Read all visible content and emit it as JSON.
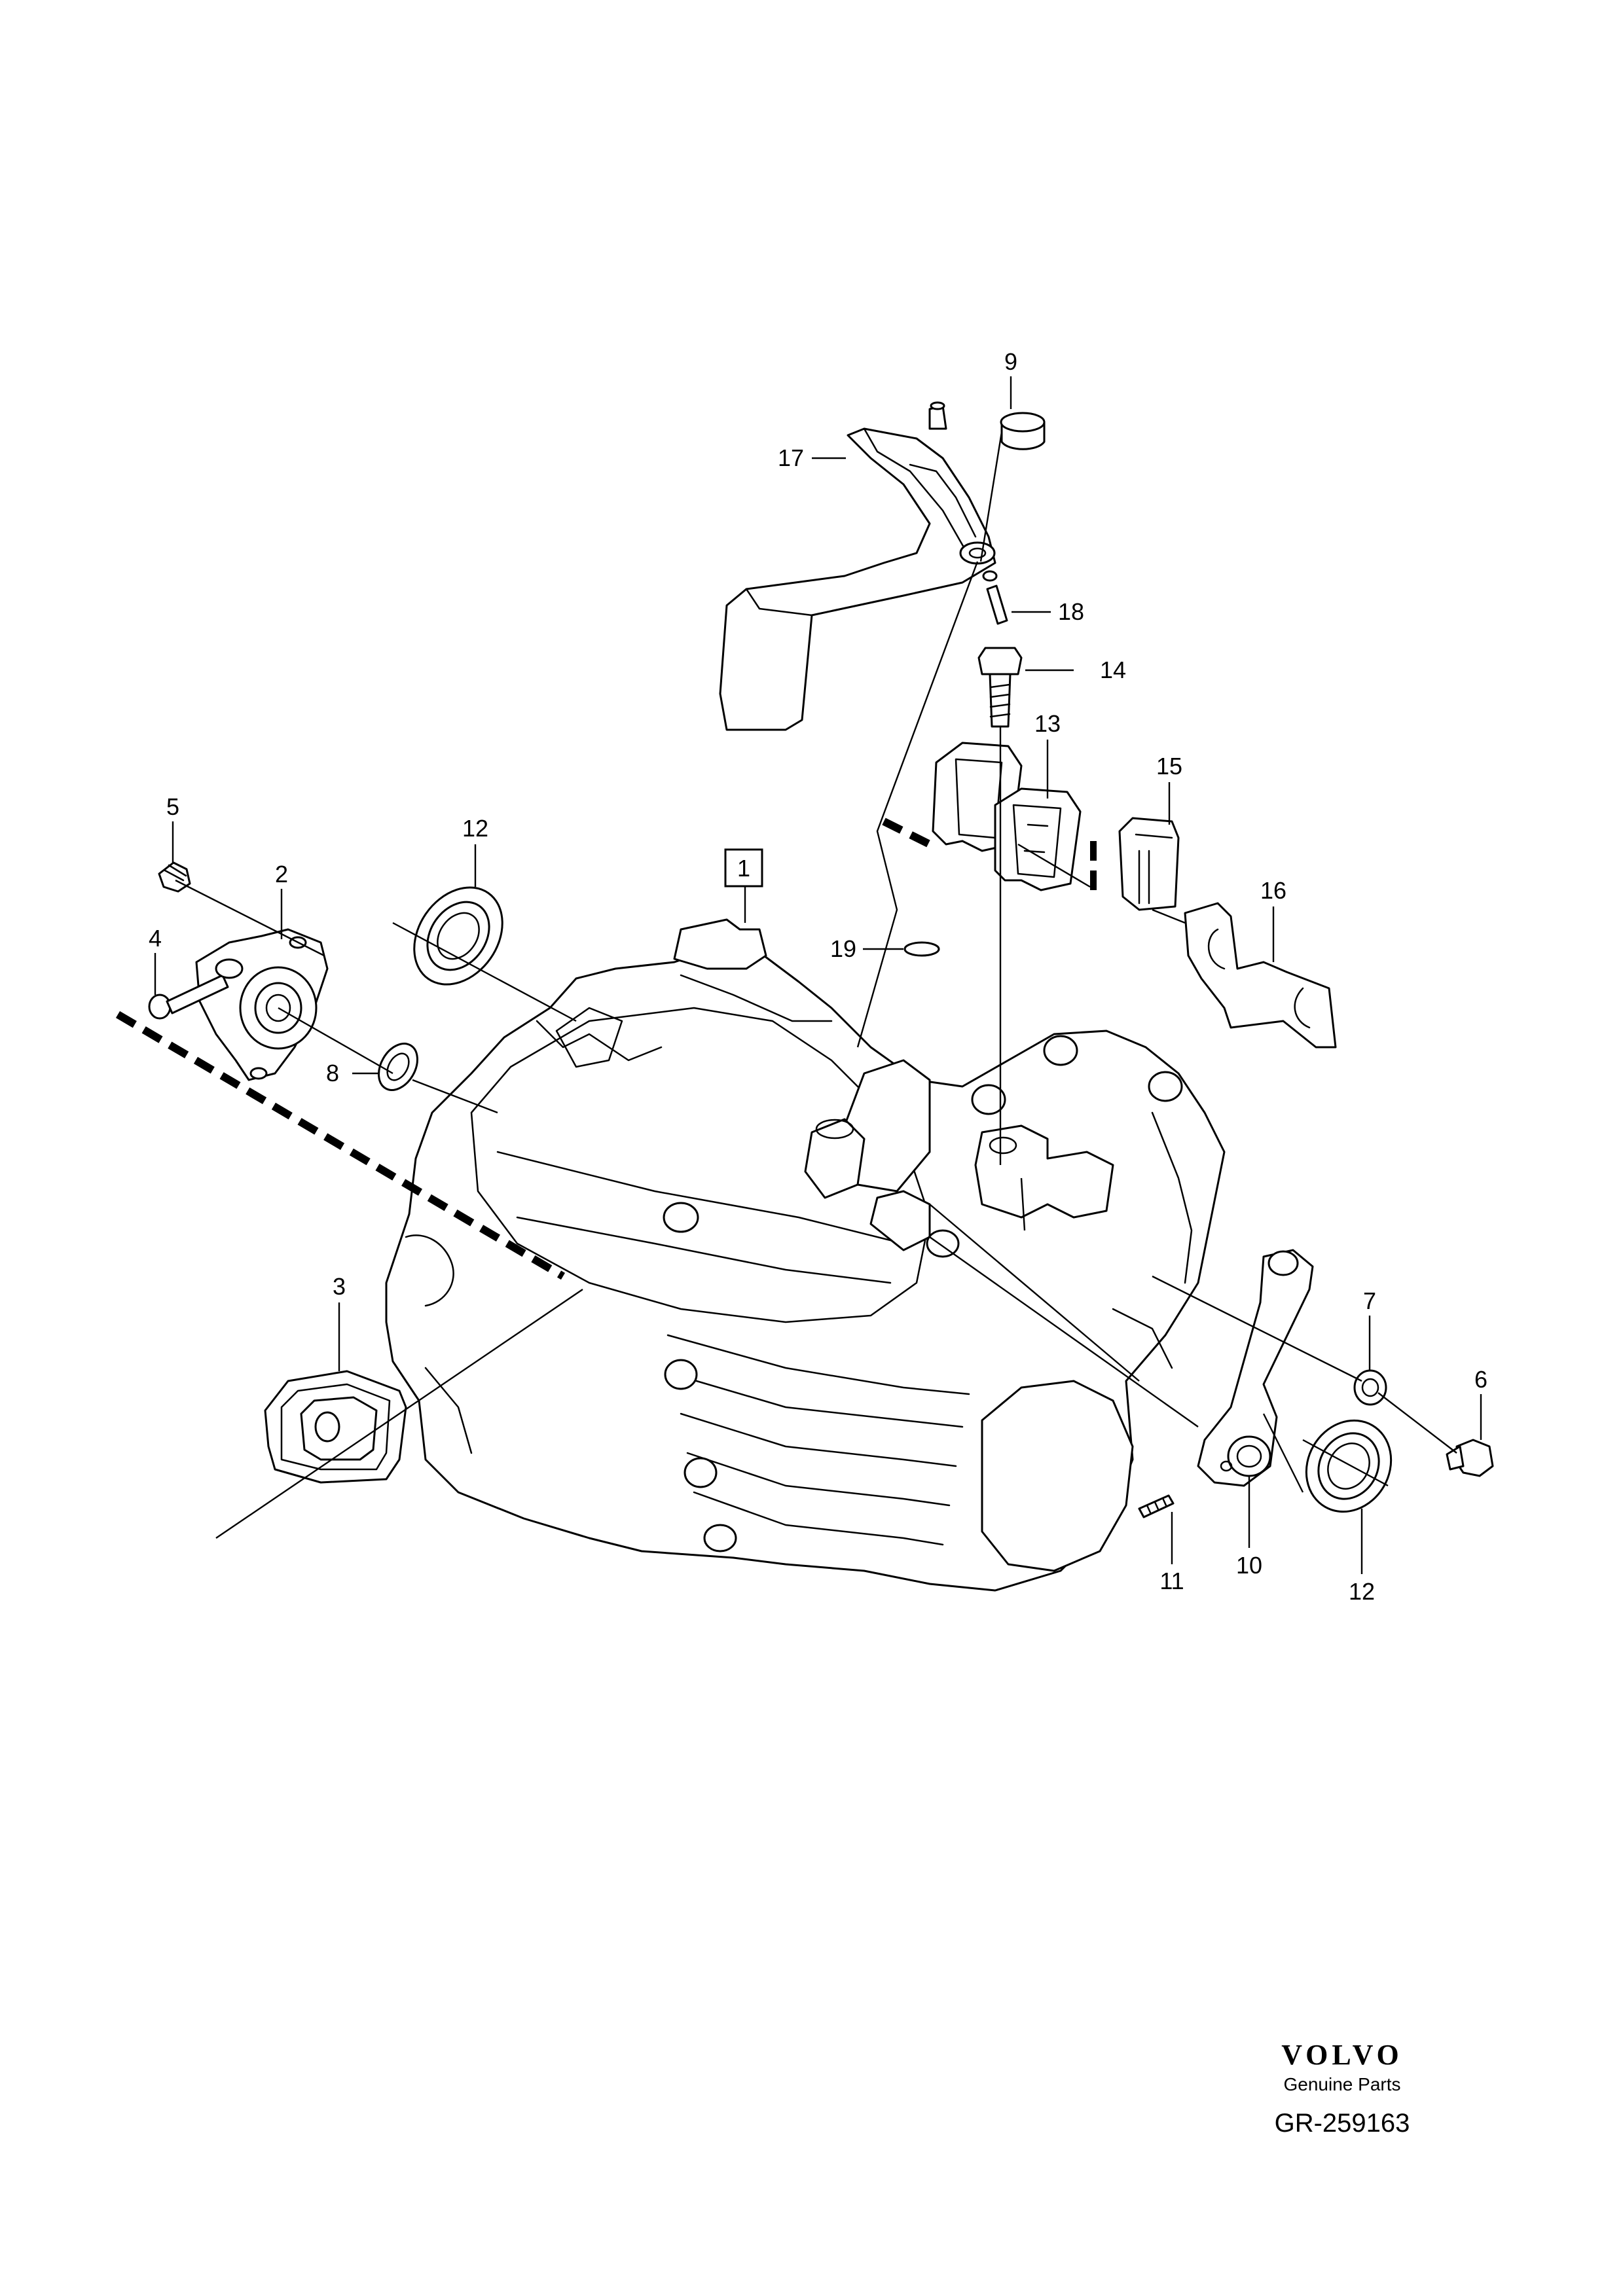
{
  "callouts": {
    "c1": "1",
    "c2": "2",
    "c3": "3",
    "c4": "4",
    "c5": "5",
    "c6": "6",
    "c7": "7",
    "c8": "8",
    "c9": "9",
    "c10": "10",
    "c11": "11",
    "c12a": "12",
    "c12b": "12",
    "c13": "13",
    "c14": "14",
    "c15": "15",
    "c16": "16",
    "c17": "17",
    "c18": "18",
    "c19": "19"
  },
  "brand": {
    "logo": "VOLVO",
    "subtitle": "Genuine Parts"
  },
  "reference": "GR-259163"
}
